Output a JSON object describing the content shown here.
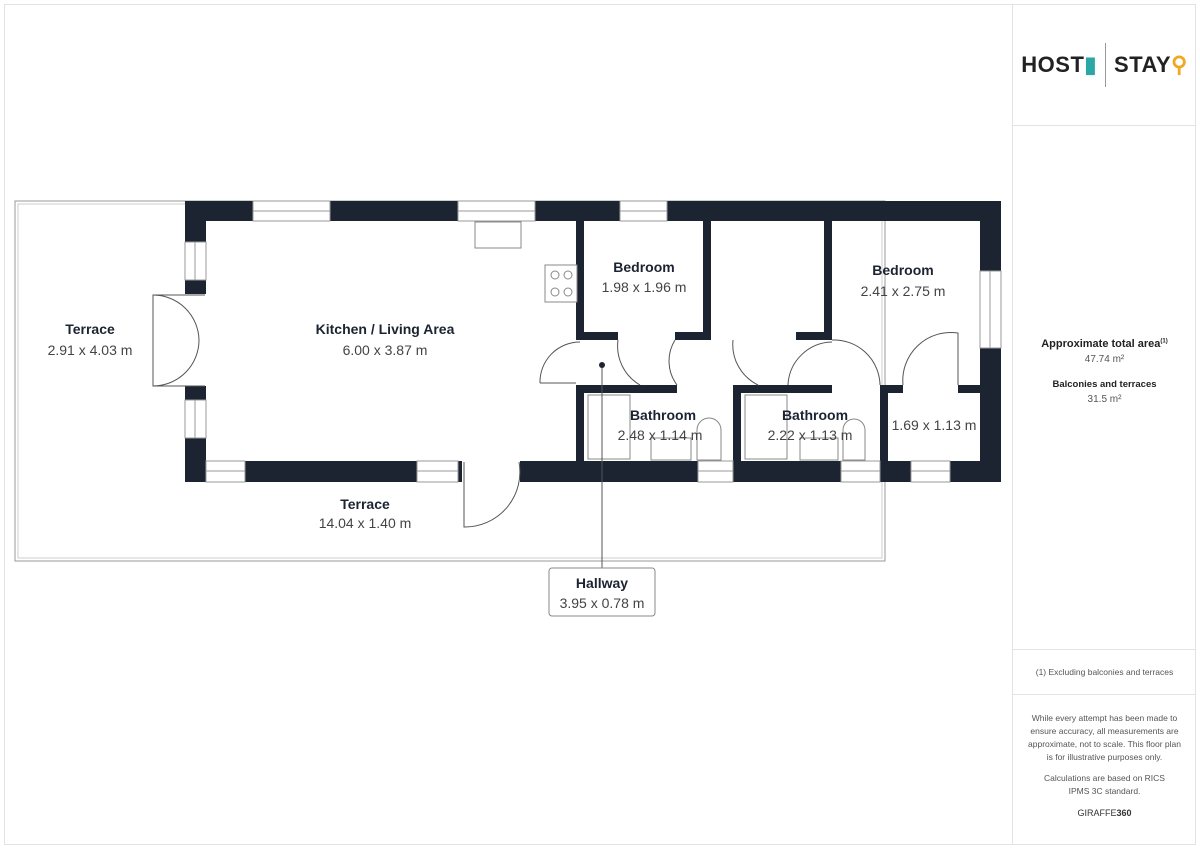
{
  "logo": {
    "left": "HOST",
    "right": "STAY"
  },
  "rooms": {
    "terrace_left": {
      "name": "Terrace",
      "dims": "2.91 x 4.03 m"
    },
    "kitchen": {
      "name": "Kitchen / Living Area",
      "dims": "6.00 x 3.87 m"
    },
    "bedroom1": {
      "name": "Bedroom",
      "dims": "1.98 x 1.96 m"
    },
    "bedroom2": {
      "name": "Bedroom",
      "dims": "2.41 x 2.75 m"
    },
    "bathroom1": {
      "name": "Bathroom",
      "dims": "2.48 x 1.14 m"
    },
    "bathroom2": {
      "name": "Bathroom",
      "dims": "2.22 x 1.13 m"
    },
    "room_small": {
      "dims": "1.69 x 1.13 m"
    },
    "terrace_bottom": {
      "name": "Terrace",
      "dims": "14.04 x 1.40 m"
    },
    "hallway": {
      "name": "Hallway",
      "dims": "3.95 x 0.78 m"
    }
  },
  "panel": {
    "total_area_label": "Approximate total area",
    "total_area_note": "(1)",
    "total_area_value": "47.74 m²",
    "terraces_label": "Balconies and terraces",
    "terraces_value": "31.5 m²",
    "footnote": "(1) Excluding balconies and terraces",
    "disclaimer": "While every attempt has been made to ensure accuracy, all measurements are approximate, not to scale. This floor plan is for illustrative purposes only.",
    "standard": "Calculations are based on RICS IPMS 3C standard.",
    "brand_a": "GIRAFFE",
    "brand_b": "360"
  },
  "colors": {
    "wall": "#1c2331",
    "teal": "#2aa7a7",
    "gold": "#f0a81c"
  }
}
